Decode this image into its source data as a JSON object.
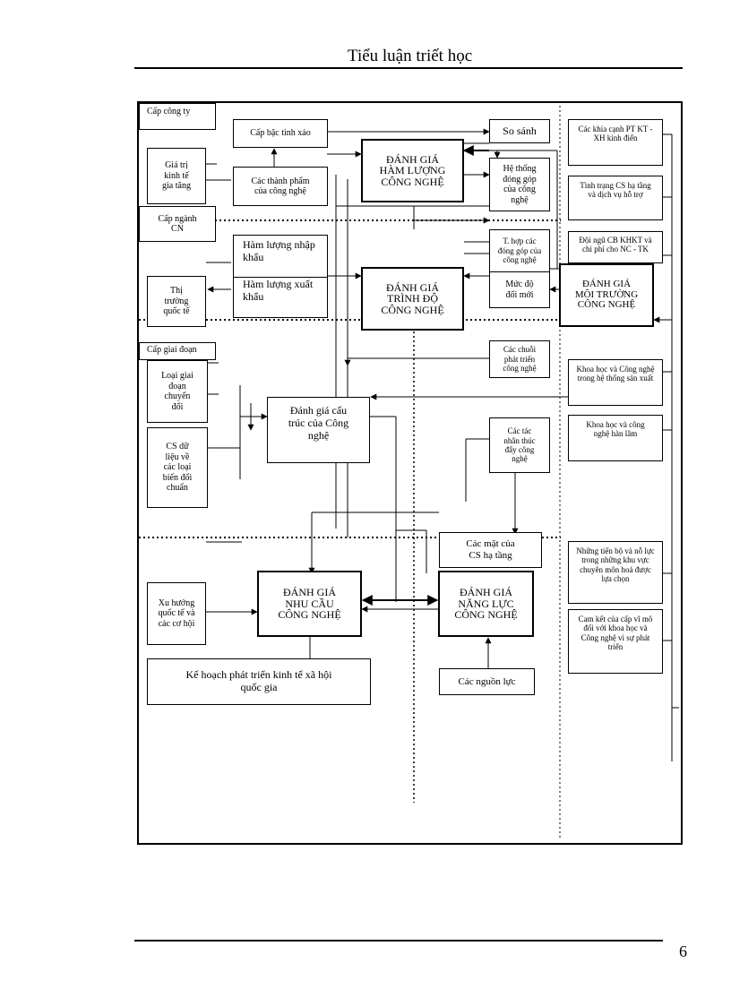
{
  "header": {
    "title": "Tiểu luận triết học"
  },
  "footer": {
    "page_number": "6"
  },
  "diagram": {
    "levels": {
      "company": "Cấp công ty",
      "industry": "Cấp ngành CN",
      "stage": "Cấp giai đoạn"
    },
    "left": {
      "value_added": "Giá trị kinh tế gia tăng",
      "intl_market": "Thị trường quốc tế",
      "stage_type": "Loại giai đoạn chuyển đổi",
      "data_base": "CS dữ liệu về các loại biến đổi chuẩn",
      "intl_trends": "Xu hướng quốc tế và các cơ hội",
      "national_plan": "Kế hoạch phát triển kinh tế xã hội quốc gia"
    },
    "center": {
      "skill_level": "Cấp bậc tinh xảo",
      "finished_products": "Các thành phẩm của công nghệ",
      "import_content": "Hàm lượng nhập khẩu",
      "export_content": "Hàm lượng xuất khẩu",
      "structure_eval": "Đánh giá cấu trúc của Công nghệ"
    },
    "core": {
      "content_eval": "ĐÁNH GIÁ HÀM LƯỢNG CÔNG NGHỆ",
      "level_eval": "ĐÁNH GIÁ TRÌNH ĐỘ CÔNG NGHỆ",
      "needs_eval": "ĐÁNH GIÁ NHU CẦU CÔNG NGHỆ",
      "capability_eval": "ĐÁNH GIÁ NĂNG LỰC CÔNG NGHỆ",
      "environment_eval": "ĐÁNH GIÁ MÔI TRƯỜNG CÔNG NGHỆ"
    },
    "right_inner": {
      "compare": "So sánh",
      "contribution_system": "Hệ thống đóng góp của công nghệ",
      "contribution_sum": "T. hợp các đóng góp của công nghệ",
      "innovation_level": "Mức độ đổi mới",
      "development_chains": "Các chuỗi phát triển công nghệ",
      "driving_factors": "Các tác nhân thúc đẩy công nghệ",
      "infrastructure_aspects": "Các mặt của CS hạ tầng",
      "resources": "Các nguồn lực"
    },
    "right_outer": {
      "socioeconomic": "Các khía cạnh PT KT - XH kinh điển",
      "infrastructure_status": "Tình trạng CS hạ tầng và dịch vụ hỗ trợ",
      "rd_staff": "Đội ngũ CB KHKT và chi phí cho NC - TK",
      "science_in_production": "Khoa học và Công nghệ trong hệ thống sản xuất",
      "academic_science": "Khoa học và công nghệ hàn lâm",
      "progress_efforts": "Những tiến bộ và nỗ lực trong những khu vực chuyên môn hoá được lựa chọn",
      "macro_commitment": "Cam kết của cấp vĩ mô đối với khoa học và Công nghệ vì sự phát triển"
    }
  }
}
